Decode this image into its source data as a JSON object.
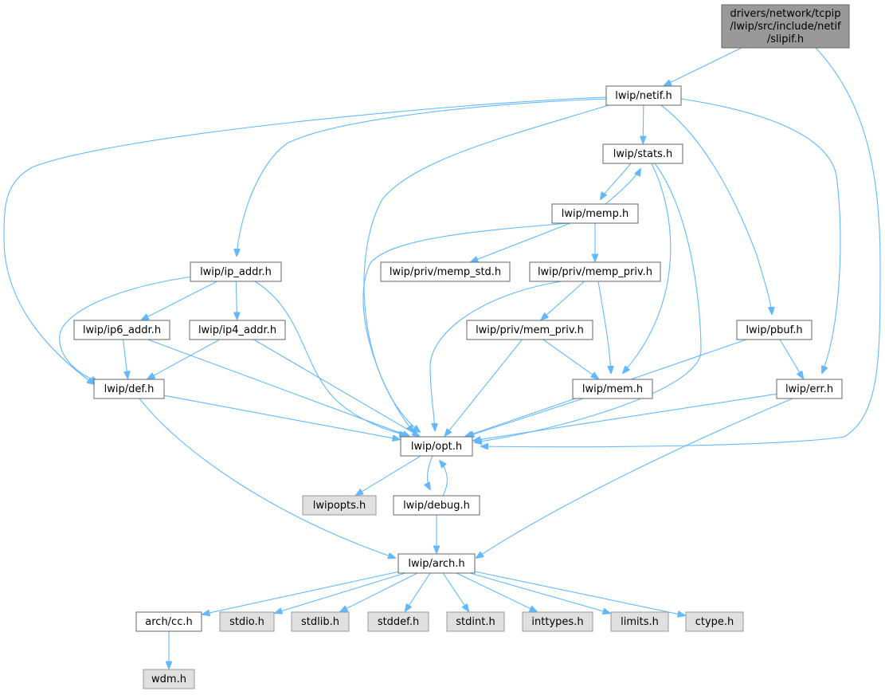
{
  "colors": {
    "edge": "#63b8ff",
    "node_border": "#666666",
    "node_fill": "#ffffff",
    "root_fill": "#999999",
    "external_fill": "#e0e0e0",
    "external_border": "#999999"
  },
  "nodes": [
    {
      "id": "slipif",
      "lines": [
        "drivers/network/tcpip",
        "/lwip/src/include/netif",
        "/slipif.h"
      ],
      "kind": "root"
    },
    {
      "id": "netif",
      "lines": [
        "lwip/netif.h"
      ],
      "kind": "normal"
    },
    {
      "id": "stats",
      "lines": [
        "lwip/stats.h"
      ],
      "kind": "normal"
    },
    {
      "id": "memp",
      "lines": [
        "lwip/memp.h"
      ],
      "kind": "normal"
    },
    {
      "id": "memp_std",
      "lines": [
        "lwip/priv/memp_std.h"
      ],
      "kind": "normal"
    },
    {
      "id": "memp_priv",
      "lines": [
        "lwip/priv/memp_priv.h"
      ],
      "kind": "normal"
    },
    {
      "id": "mem_priv",
      "lines": [
        "lwip/priv/mem_priv.h"
      ],
      "kind": "normal"
    },
    {
      "id": "ip_addr",
      "lines": [
        "lwip/ip_addr.h"
      ],
      "kind": "normal"
    },
    {
      "id": "ip6_addr",
      "lines": [
        "lwip/ip6_addr.h"
      ],
      "kind": "normal"
    },
    {
      "id": "ip4_addr",
      "lines": [
        "lwip/ip4_addr.h"
      ],
      "kind": "normal"
    },
    {
      "id": "pbuf",
      "lines": [
        "lwip/pbuf.h"
      ],
      "kind": "normal"
    },
    {
      "id": "def",
      "lines": [
        "lwip/def.h"
      ],
      "kind": "normal"
    },
    {
      "id": "mem",
      "lines": [
        "lwip/mem.h"
      ],
      "kind": "normal"
    },
    {
      "id": "err",
      "lines": [
        "lwip/err.h"
      ],
      "kind": "normal"
    },
    {
      "id": "opt",
      "lines": [
        "lwip/opt.h"
      ],
      "kind": "normal"
    },
    {
      "id": "lwipopts",
      "lines": [
        "lwipopts.h"
      ],
      "kind": "external"
    },
    {
      "id": "debug",
      "lines": [
        "lwip/debug.h"
      ],
      "kind": "normal"
    },
    {
      "id": "arch",
      "lines": [
        "lwip/arch.h"
      ],
      "kind": "normal"
    },
    {
      "id": "cc",
      "lines": [
        "arch/cc.h"
      ],
      "kind": "normal"
    },
    {
      "id": "stdio",
      "lines": [
        "stdio.h"
      ],
      "kind": "external"
    },
    {
      "id": "stdlib",
      "lines": [
        "stdlib.h"
      ],
      "kind": "external"
    },
    {
      "id": "stddef",
      "lines": [
        "stddef.h"
      ],
      "kind": "external"
    },
    {
      "id": "stdint",
      "lines": [
        "stdint.h"
      ],
      "kind": "external"
    },
    {
      "id": "inttypes",
      "lines": [
        "inttypes.h"
      ],
      "kind": "external"
    },
    {
      "id": "limits",
      "lines": [
        "limits.h"
      ],
      "kind": "external"
    },
    {
      "id": "ctype",
      "lines": [
        "ctype.h"
      ],
      "kind": "external"
    },
    {
      "id": "wdm",
      "lines": [
        "wdm.h"
      ],
      "kind": "external"
    }
  ],
  "edges": [
    [
      "slipif",
      "netif"
    ],
    [
      "slipif",
      "opt"
    ],
    [
      "netif",
      "stats"
    ],
    [
      "netif",
      "ip_addr"
    ],
    [
      "netif",
      "def"
    ],
    [
      "netif",
      "opt"
    ],
    [
      "netif",
      "pbuf"
    ],
    [
      "netif",
      "err"
    ],
    [
      "stats",
      "memp"
    ],
    [
      "stats",
      "mem"
    ],
    [
      "stats",
      "opt"
    ],
    [
      "memp",
      "stats"
    ],
    [
      "memp",
      "memp_std"
    ],
    [
      "memp",
      "memp_priv"
    ],
    [
      "memp",
      "opt"
    ],
    [
      "memp_priv",
      "mem_priv"
    ],
    [
      "memp_priv",
      "mem"
    ],
    [
      "memp_priv",
      "opt"
    ],
    [
      "mem_priv",
      "mem"
    ],
    [
      "mem_priv",
      "opt"
    ],
    [
      "ip_addr",
      "ip6_addr"
    ],
    [
      "ip_addr",
      "ip4_addr"
    ],
    [
      "ip_addr",
      "def"
    ],
    [
      "ip_addr",
      "opt"
    ],
    [
      "ip6_addr",
      "def"
    ],
    [
      "ip6_addr",
      "opt"
    ],
    [
      "ip4_addr",
      "def"
    ],
    [
      "ip4_addr",
      "opt"
    ],
    [
      "pbuf",
      "err"
    ],
    [
      "pbuf",
      "opt"
    ],
    [
      "def",
      "opt"
    ],
    [
      "def",
      "arch"
    ],
    [
      "mem",
      "opt"
    ],
    [
      "err",
      "opt"
    ],
    [
      "err",
      "arch"
    ],
    [
      "opt",
      "lwipopts"
    ],
    [
      "opt",
      "debug"
    ],
    [
      "debug",
      "opt"
    ],
    [
      "debug",
      "arch"
    ],
    [
      "arch",
      "cc"
    ],
    [
      "arch",
      "stdio"
    ],
    [
      "arch",
      "stdlib"
    ],
    [
      "arch",
      "stddef"
    ],
    [
      "arch",
      "stdint"
    ],
    [
      "arch",
      "inttypes"
    ],
    [
      "arch",
      "limits"
    ],
    [
      "arch",
      "ctype"
    ],
    [
      "cc",
      "wdm"
    ]
  ]
}
